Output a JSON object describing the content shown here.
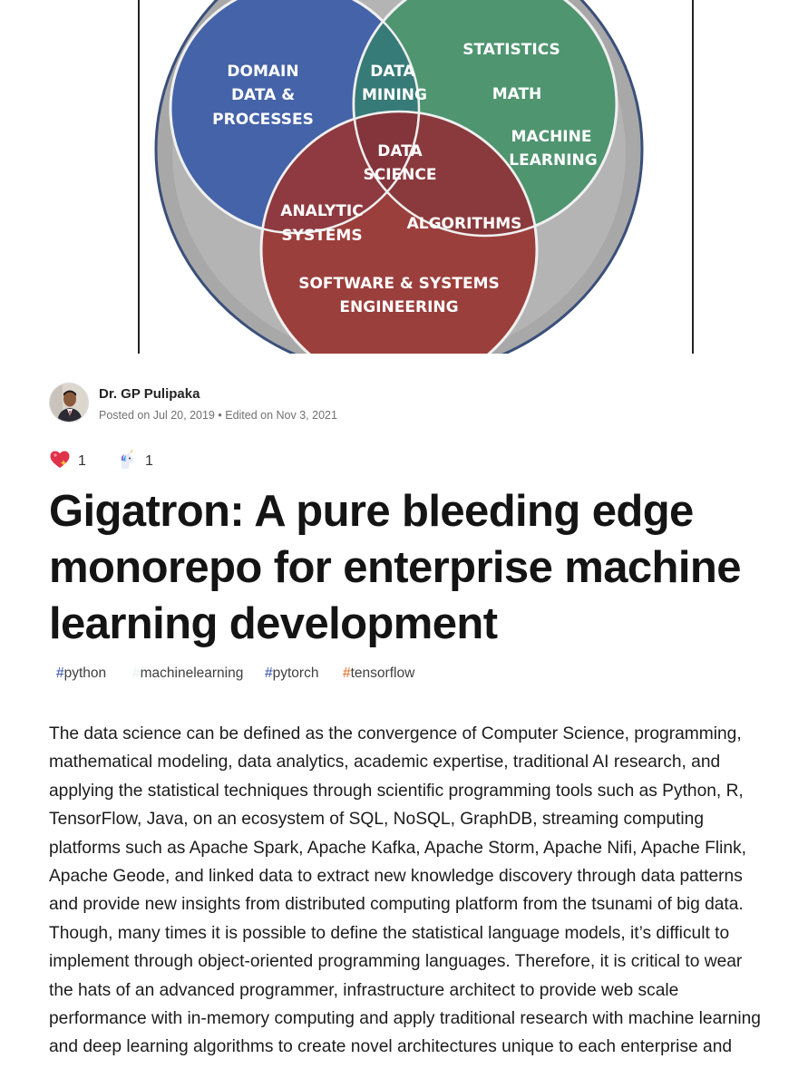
{
  "cover": {
    "venn_labels": {
      "domain_line1": "DOMAIN",
      "domain_line2": "DATA &",
      "domain_line3": "PROCESSES",
      "mining_line1": "DATA",
      "mining_line2": "MINING",
      "stats": "STATISTICS",
      "math": "MATH",
      "ml_line1": "MACHINE",
      "ml_line2": "LEARNING",
      "ds_line1": "DATA",
      "ds_line2": "SCIENCE",
      "analytic_line1": "ANALYTIC",
      "analytic_line2": "SYSTEMS",
      "algorithms": "ALGORITHMS",
      "software_line1": "SOFTWARE & SYSTEMS",
      "software_line2": "ENGINEERING"
    },
    "colors": {
      "blue": "#4563a8",
      "green": "#4f9570",
      "teal": "#377b78",
      "red": "#9b3f3c",
      "dark_red": "#82343a",
      "gray_ring": "#a8a8a8"
    }
  },
  "author": {
    "name": "Dr. GP Pulipaka",
    "posted": "Posted on Jul 20, 2019",
    "separator": "•",
    "edited": "Edited on Nov 3, 2021"
  },
  "reactions": [
    {
      "icon": "sparkle-heart-icon",
      "count": "1"
    },
    {
      "icon": "unicorn-icon",
      "count": "1"
    }
  ],
  "article": {
    "title": "Gigatron: A pure bleeding edge monorepo for enterprise machine learning development",
    "tags": [
      {
        "hash": "#",
        "name": "python",
        "hash_color": "#2d4ea8"
      },
      {
        "hash": "#",
        "name": "machinelearning",
        "hash_color": "#e8f1e8"
      },
      {
        "hash": "#",
        "name": "pytorch",
        "hash_color": "#2d4ea8"
      },
      {
        "hash": "#",
        "name": "tensorflow",
        "hash_color": "#e0691f"
      }
    ],
    "body": "The data science can be defined as the convergence of Computer Science, programming, mathematical modeling, data analytics, academic expertise, traditional AI research, and applying the statistical techniques through scientific programming tools such as Python, R, TensorFlow, Java, on an ecosystem of SQL, NoSQL, GraphDB, streaming computing platforms such as Apache Spark, Apache Kafka, Apache Storm, Apache Nifi, Apache Flink, Apache Geode, and linked data to extract new knowledge discovery through data patterns and provide new insights from distributed computing platform from the tsunami of big data. Though, many times it is possible to define the statistical language models, it’s difficult to implement through object-oriented programming languages. Therefore, it is critical to wear the hats of an advanced programmer, infrastructure architect to provide web scale performance with in-memory computing and apply traditional research with machine learning and deep learning algorithms to create novel architectures unique to each enterprise and"
  }
}
